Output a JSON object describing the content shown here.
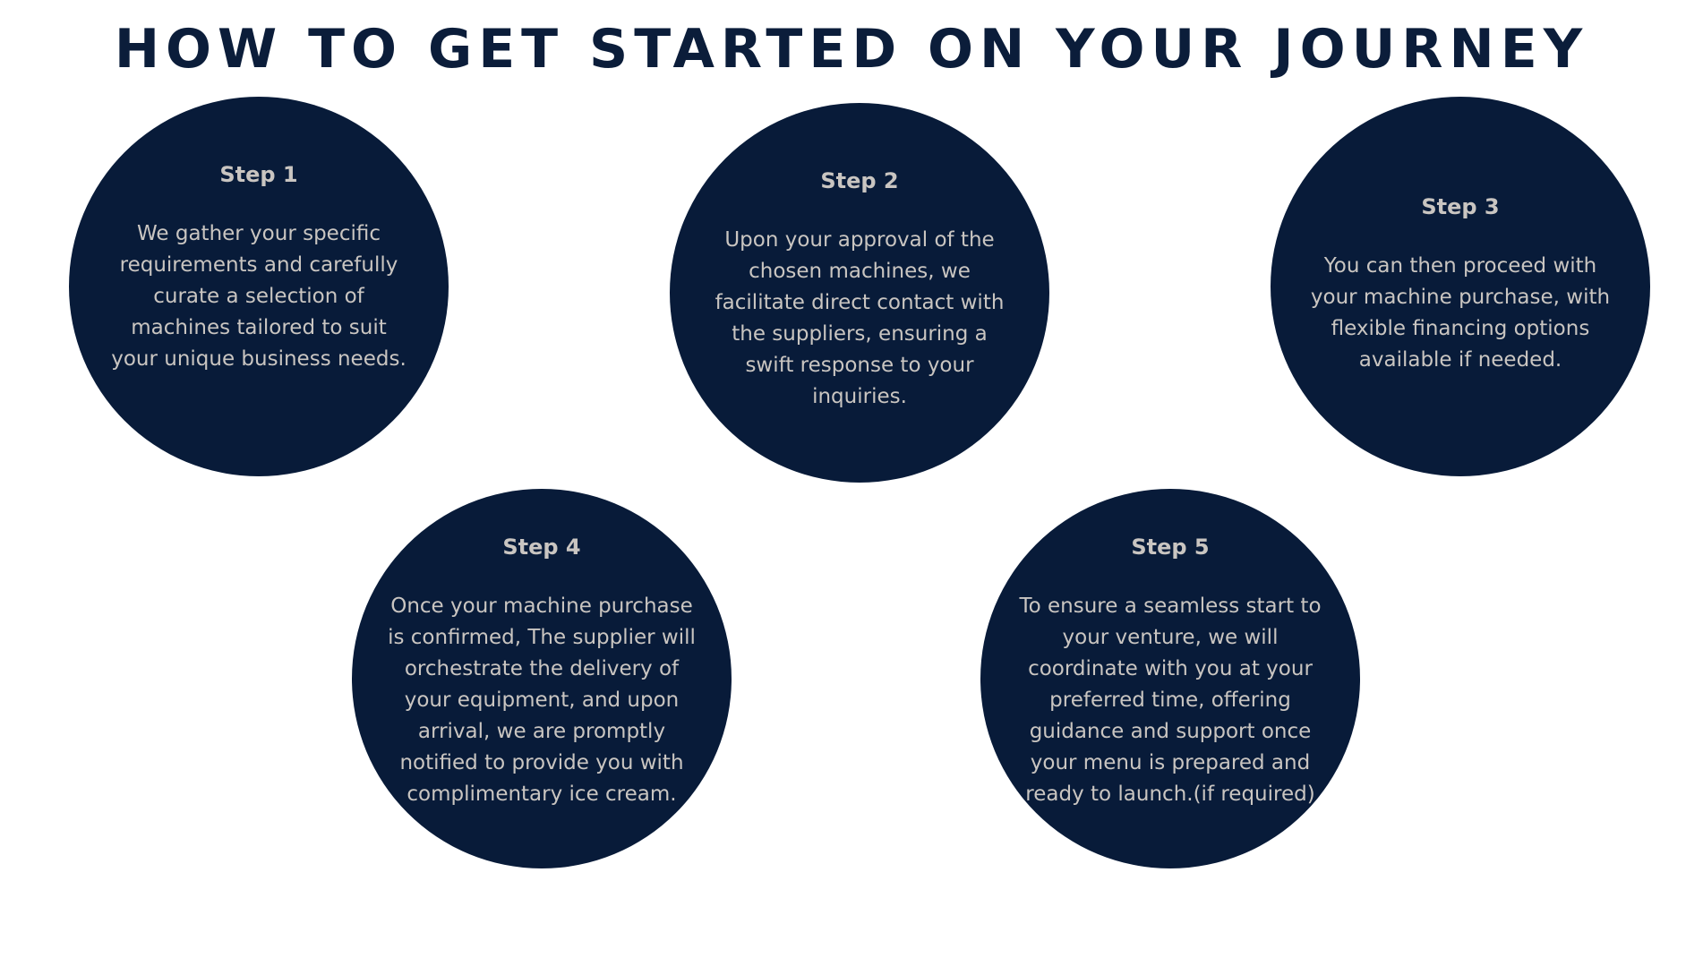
{
  "header": {
    "title": "HOW TO GET STARTED ON YOUR JOURNEY"
  },
  "steps": [
    {
      "title": "Step 1",
      "description": "We gather your specific requirements and carefully curate a selection of machines tailored to suit your unique business needs."
    },
    {
      "title": "Step 2",
      "description": "Upon your approval of the chosen machines, we facilitate direct contact with the suppliers, ensuring a swift response to your inquiries."
    },
    {
      "title": "Step 3",
      "description": "You can then proceed with your machine purchase, with flexible financing options available if needed."
    },
    {
      "title": "Step 4",
      "description": "Once your machine purchase is confirmed, The supplier will orchestrate the delivery of your equipment, and upon arrival, we are promptly notified to provide you with complimentary ice cream."
    },
    {
      "title": "Step 5",
      "description": "To ensure a seamless start to your venture, we will coordinate with you at your preferred time, offering guidance and support once your menu is prepared and ready to launch.(if required)"
    }
  ],
  "colors": {
    "circle": "#081b39",
    "title": "#0b1d3a",
    "circle_text": "#c9c5c1",
    "background": "#ffffff"
  }
}
